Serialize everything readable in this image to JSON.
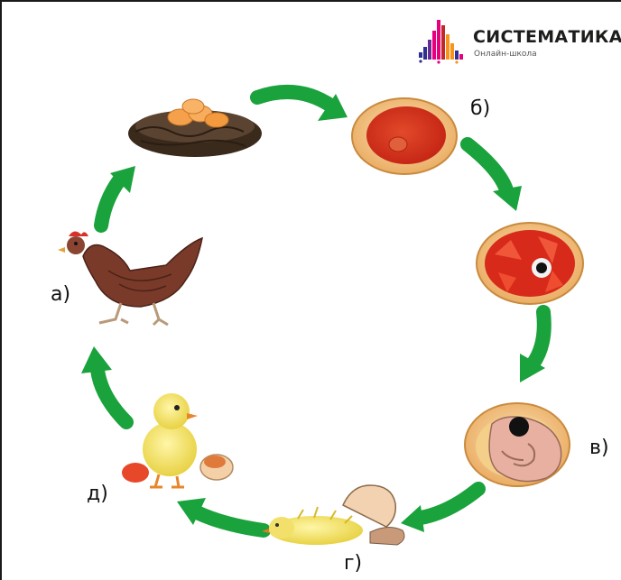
{
  "brand": {
    "name": "СИСТЕМАТИКА",
    "subtitle": "Онлайн-школа",
    "colors": [
      "#2e3192",
      "#e6007e",
      "#f7941d",
      "#c1272d"
    ]
  },
  "stages": [
    {
      "id": "hen",
      "label": "а)"
    },
    {
      "id": "nest-eggs",
      "label": ""
    },
    {
      "id": "egg-early",
      "label": "б)"
    },
    {
      "id": "egg-mid",
      "label": "в)"
    },
    {
      "id": "egg-late",
      "label": "в)"
    },
    {
      "id": "hatching",
      "label": "г)"
    },
    {
      "id": "chick",
      "label": "д)"
    }
  ],
  "arrow_color": "#1aa23c"
}
